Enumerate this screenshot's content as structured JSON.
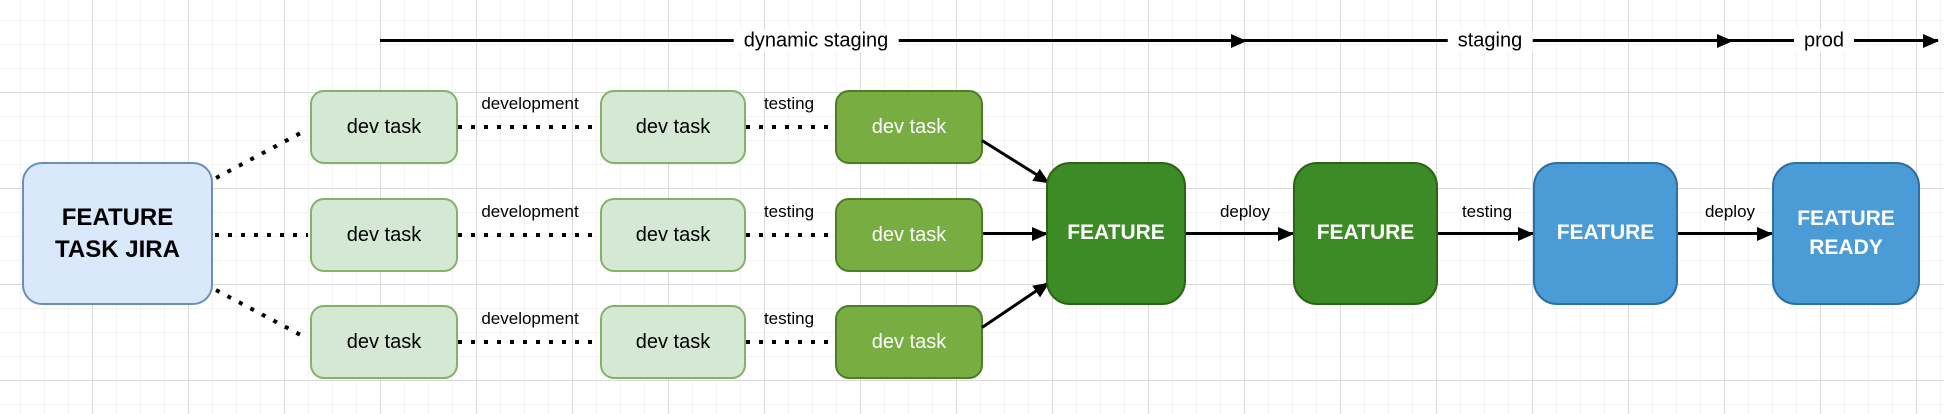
{
  "colors": {
    "canvas-bg": "#ffffff",
    "grid-minor": "#f3f3f3",
    "grid-major": "#d9d9d9",
    "edge": "#000000",
    "light-task-fill": "#d5e8d4",
    "light-task-border": "#82b366",
    "active-task-fill": "#78ad41",
    "active-task-border": "#4e7e24",
    "feature-green-fill": "#3d8b26",
    "feature-green-border": "#2c6417",
    "feature-blue-fill": "#4b9bd7",
    "feature-blue-border": "#2b6fa5",
    "jira-fill": "#dae8fc",
    "jira-border": "#6c8ebf"
  },
  "top_flow": {
    "stages": [
      {
        "label": "dynamic staging"
      },
      {
        "label": "staging"
      },
      {
        "label": "prod"
      }
    ]
  },
  "source_node": {
    "line1": "FEATURE",
    "line2": "TASK JIRA"
  },
  "rows": [
    {
      "tasks": [
        "dev task",
        "dev task",
        "dev task"
      ],
      "edge1": "development",
      "edge2": "testing"
    },
    {
      "tasks": [
        "dev task",
        "dev task",
        "dev task"
      ],
      "edge1": "development",
      "edge2": "testing"
    },
    {
      "tasks": [
        "dev task",
        "dev task",
        "dev task"
      ],
      "edge1": "development",
      "edge2": "testing"
    }
  ],
  "pipeline": {
    "nodes": [
      {
        "label": "FEATURE"
      },
      {
        "label": "FEATURE"
      },
      {
        "label": "FEATURE"
      },
      {
        "line1": "FEATURE",
        "line2": "READY"
      }
    ],
    "edges": [
      {
        "label": "deploy"
      },
      {
        "label": "testing"
      },
      {
        "label": "deploy"
      }
    ]
  }
}
